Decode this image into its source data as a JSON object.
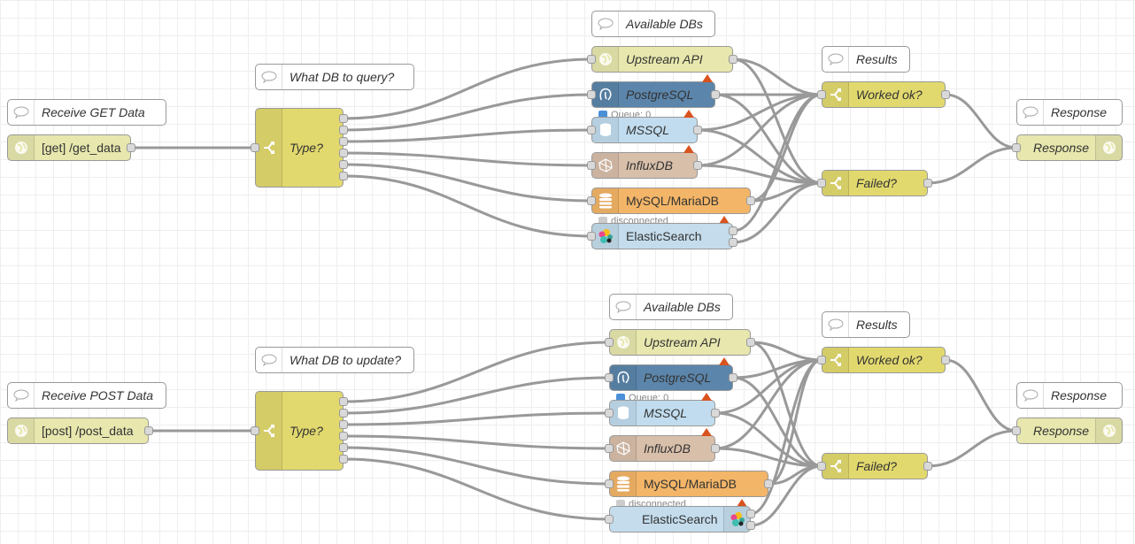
{
  "colors": {
    "http": "#e7e7ae",
    "switch": "#e2d96e",
    "postgres": "#5b85aa",
    "mssql": "#c1dcee",
    "influx": "#d8bfaa",
    "mysql": "#f3b567",
    "elastic": "#c4dcec",
    "comment": "#ffffff",
    "wire": "#999999",
    "warning": "#d9531e"
  },
  "flows": [
    {
      "comment_trigger": "Receive GET Data",
      "trigger": "[get] /get_data",
      "comment_switch": "What DB to query?",
      "switch": "Type?",
      "comment_dbs": "Available DBs",
      "dbs": {
        "upstream": "Upstream API",
        "postgres": "PostgreSQL",
        "postgres_status": "Queue: 0",
        "mssql": "MSSQL",
        "influx": "InfluxDB",
        "mysql": "MySQL/MariaDB",
        "mysql_status": "disconnected",
        "elastic": "ElasticSearch"
      },
      "comment_results": "Results",
      "worked": "Worked ok?",
      "failed": "Failed?",
      "comment_response": "Response",
      "response": "Response"
    },
    {
      "comment_trigger": "Receive POST Data",
      "trigger": "[post] /post_data",
      "comment_switch": "What DB to update?",
      "switch": "Type?",
      "comment_dbs": "Available DBs",
      "dbs": {
        "upstream": "Upstream API",
        "postgres": "PostgreSQL",
        "postgres_status": "Queue: 0",
        "mssql": "MSSQL",
        "influx": "InfluxDB",
        "mysql": "MySQL/MariaDB",
        "mysql_status": "disconnected",
        "elastic": "ElasticSearch"
      },
      "comment_results": "Results",
      "worked": "Worked ok?",
      "failed": "Failed?",
      "comment_response": "Response",
      "response": "Response"
    }
  ]
}
